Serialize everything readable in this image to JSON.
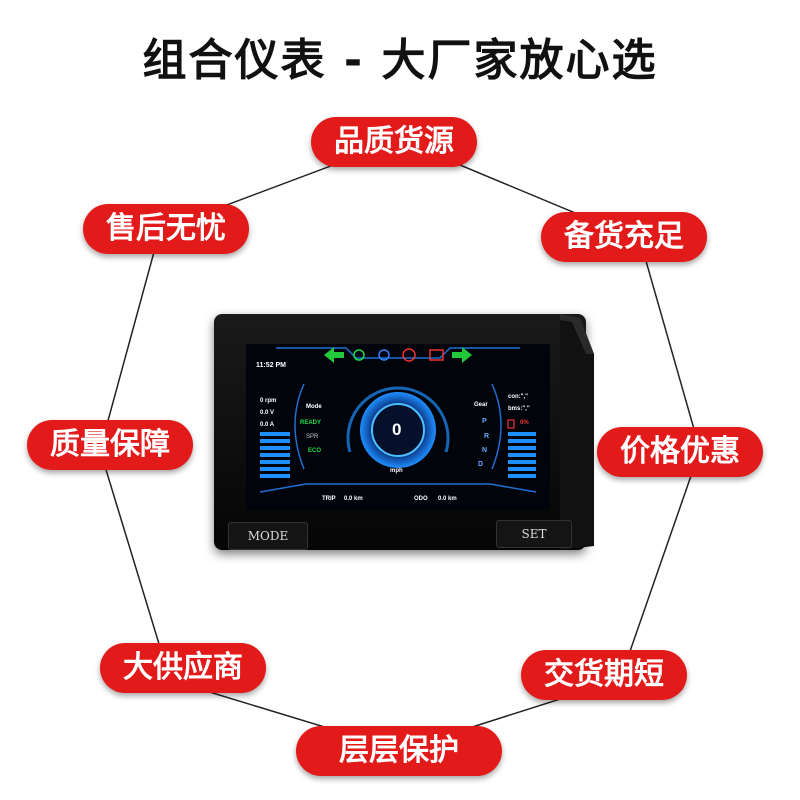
{
  "headline": "组合仪表 - 大厂家放心选",
  "features": {
    "top": "品质货源",
    "upper_left": "售后无忧",
    "upper_right": "备货充足",
    "mid_left": "质量保障",
    "mid_right": "价格优惠",
    "lower_left": "大供应商",
    "lower_right": "交货期短",
    "bottom": "层层保护"
  },
  "device": {
    "mode_button": "MODE",
    "set_button": "SET",
    "screen": {
      "clock": "11:52  PM",
      "rpm": "0 rpm",
      "voltage": "0.0 V",
      "current": "0.0 A",
      "mode_label": "Mode",
      "mode_ready": "READY",
      "mode_spr": "SPR",
      "mode_eco": "ECO",
      "speed": "0",
      "speed_unit": "mph",
      "gear_label": "Gear",
      "gears": [
        "P",
        "R",
        "N",
        "D"
      ],
      "con_label": "con:\",\"",
      "bms_label": "bms:\",\"",
      "battery_pct": "0%",
      "trip_label": "TRIP",
      "trip_value": "0.0 km",
      "odo_label": "ODO",
      "odo_value": "0.0 km"
    }
  },
  "colors": {
    "pill": "#e21a1a",
    "accent": "#1e8fff",
    "ready": "#22dd44",
    "arrow": "#22c93a"
  }
}
